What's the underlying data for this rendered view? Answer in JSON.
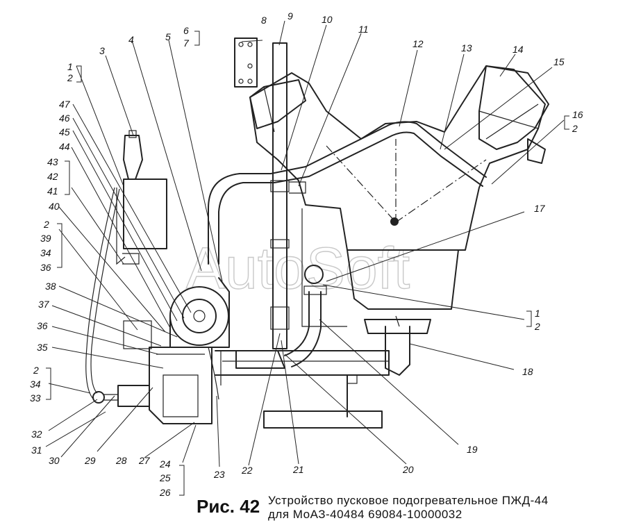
{
  "watermark": "AutoSoft",
  "caption": {
    "figure": "Рис. 42",
    "line1": "Устройство пусковое подогревательное ПЖД-44",
    "line2": "для МоАЗ-40484 69084-10000032"
  },
  "callouts": {
    "n1_top": "1",
    "n2_top": "2",
    "n3": "3",
    "n4": "4",
    "n5": "5",
    "n6": "6",
    "n7": "7",
    "n8": "8",
    "n9": "9",
    "n10": "10",
    "n11": "11",
    "n12": "12",
    "n13": "13",
    "n14": "14",
    "n15": "15",
    "n16": "16",
    "n2_r16": "2",
    "n17": "17",
    "n1_right": "1",
    "n2_right": "2",
    "n18": "18",
    "n19": "19",
    "n20": "20",
    "n21": "21",
    "n22": "22",
    "n23": "23",
    "n24": "24",
    "n25": "25",
    "n26": "26",
    "n27": "27",
    "n28": "28",
    "n29": "29",
    "n30": "30",
    "n31": "31",
    "n32": "32",
    "n2_g33": "2",
    "n34_g33": "34",
    "n33": "33",
    "n35": "35",
    "n36": "36",
    "n37": "37",
    "n38": "38",
    "n2_g39": "2",
    "n39": "39",
    "n34_g39": "34",
    "n36_g39": "36",
    "n40": "40",
    "n43": "43",
    "n42": "42",
    "n41": "41",
    "n44": "44",
    "n45": "45",
    "n46": "46",
    "n47": "47"
  }
}
